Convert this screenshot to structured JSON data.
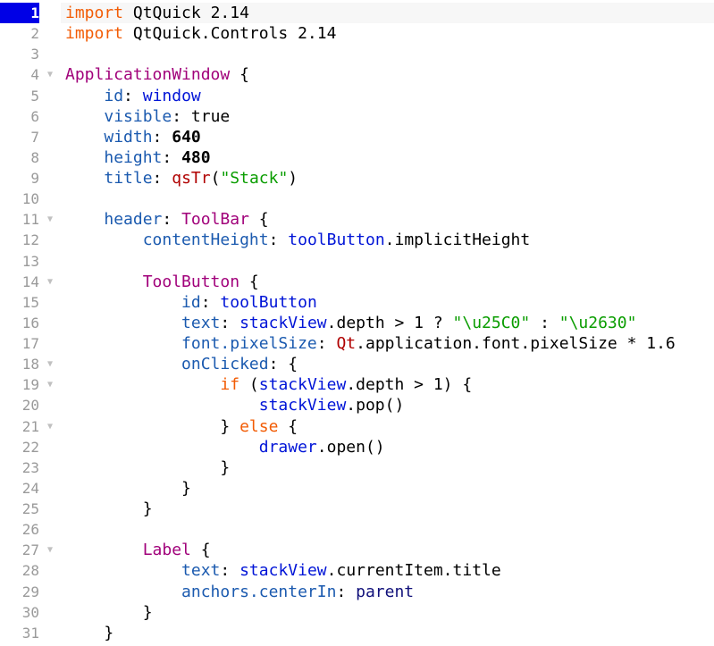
{
  "editor": {
    "current_line": 1,
    "lines": [
      {
        "n": "1",
        "fold": false,
        "indent": 0,
        "tokens": [
          {
            "t": "import",
            "c": "kw-import"
          },
          {
            "t": " QtQuick 2.14",
            "c": ""
          }
        ]
      },
      {
        "n": "2",
        "fold": false,
        "indent": 0,
        "tokens": [
          {
            "t": "import",
            "c": "kw-import"
          },
          {
            "t": " QtQuick.Controls 2.14",
            "c": ""
          }
        ]
      },
      {
        "n": "3",
        "fold": false,
        "indent": 0,
        "tokens": []
      },
      {
        "n": "4",
        "fold": true,
        "indent": 0,
        "tokens": [
          {
            "t": "ApplicationWindow",
            "c": "type"
          },
          {
            "t": " {",
            "c": ""
          }
        ]
      },
      {
        "n": "5",
        "fold": false,
        "indent": 4,
        "tokens": [
          {
            "t": "id",
            "c": "prop"
          },
          {
            "t": ": ",
            "c": ""
          },
          {
            "t": "window",
            "c": "id"
          }
        ]
      },
      {
        "n": "6",
        "fold": false,
        "indent": 4,
        "tokens": [
          {
            "t": "visible",
            "c": "prop"
          },
          {
            "t": ": true",
            "c": ""
          }
        ]
      },
      {
        "n": "7",
        "fold": false,
        "indent": 4,
        "tokens": [
          {
            "t": "width",
            "c": "prop"
          },
          {
            "t": ": ",
            "c": ""
          },
          {
            "t": "640",
            "c": "num-lit"
          }
        ]
      },
      {
        "n": "8",
        "fold": false,
        "indent": 4,
        "tokens": [
          {
            "t": "height",
            "c": "prop"
          },
          {
            "t": ": ",
            "c": ""
          },
          {
            "t": "480",
            "c": "num-lit"
          }
        ]
      },
      {
        "n": "9",
        "fold": false,
        "indent": 4,
        "tokens": [
          {
            "t": "title",
            "c": "prop"
          },
          {
            "t": ": ",
            "c": ""
          },
          {
            "t": "qsTr",
            "c": "fn"
          },
          {
            "t": "(",
            "c": ""
          },
          {
            "t": "\"Stack\"",
            "c": "str"
          },
          {
            "t": ")",
            "c": ""
          }
        ]
      },
      {
        "n": "10",
        "fold": false,
        "indent": 0,
        "tokens": []
      },
      {
        "n": "11",
        "fold": true,
        "indent": 4,
        "tokens": [
          {
            "t": "header",
            "c": "prop"
          },
          {
            "t": ": ",
            "c": ""
          },
          {
            "t": "ToolBar",
            "c": "type"
          },
          {
            "t": " {",
            "c": ""
          }
        ]
      },
      {
        "n": "12",
        "fold": false,
        "indent": 8,
        "tokens": [
          {
            "t": "contentHeight",
            "c": "prop"
          },
          {
            "t": ": ",
            "c": ""
          },
          {
            "t": "toolButton",
            "c": "id"
          },
          {
            "t": ".implicitHeight",
            "c": ""
          }
        ]
      },
      {
        "n": "13",
        "fold": false,
        "indent": 0,
        "tokens": []
      },
      {
        "n": "14",
        "fold": true,
        "indent": 8,
        "tokens": [
          {
            "t": "ToolButton",
            "c": "type"
          },
          {
            "t": " {",
            "c": ""
          }
        ]
      },
      {
        "n": "15",
        "fold": false,
        "indent": 12,
        "tokens": [
          {
            "t": "id",
            "c": "prop"
          },
          {
            "t": ": ",
            "c": ""
          },
          {
            "t": "toolButton",
            "c": "id"
          }
        ]
      },
      {
        "n": "16",
        "fold": false,
        "indent": 12,
        "tokens": [
          {
            "t": "text",
            "c": "prop"
          },
          {
            "t": ": ",
            "c": ""
          },
          {
            "t": "stackView",
            "c": "id"
          },
          {
            "t": ".depth > 1 ? ",
            "c": ""
          },
          {
            "t": "\"\\u25C0\"",
            "c": "str"
          },
          {
            "t": " : ",
            "c": ""
          },
          {
            "t": "\"\\u2630\"",
            "c": "str"
          }
        ]
      },
      {
        "n": "17",
        "fold": false,
        "indent": 12,
        "tokens": [
          {
            "t": "font.pixelSize",
            "c": "prop"
          },
          {
            "t": ": ",
            "c": ""
          },
          {
            "t": "Qt",
            "c": "fn"
          },
          {
            "t": ".application.font.pixelSize * 1.6",
            "c": ""
          }
        ]
      },
      {
        "n": "18",
        "fold": true,
        "indent": 12,
        "tokens": [
          {
            "t": "onClicked",
            "c": "prop"
          },
          {
            "t": ": {",
            "c": ""
          }
        ]
      },
      {
        "n": "19",
        "fold": true,
        "indent": 16,
        "tokens": [
          {
            "t": "if",
            "c": "kw-ctrl"
          },
          {
            "t": " (",
            "c": ""
          },
          {
            "t": "stackView",
            "c": "id"
          },
          {
            "t": ".depth > 1) {",
            "c": ""
          }
        ]
      },
      {
        "n": "20",
        "fold": false,
        "indent": 20,
        "tokens": [
          {
            "t": "stackView",
            "c": "id"
          },
          {
            "t": ".pop()",
            "c": ""
          }
        ]
      },
      {
        "n": "21",
        "fold": true,
        "indent": 16,
        "tokens": [
          {
            "t": "} ",
            "c": ""
          },
          {
            "t": "else",
            "c": "kw-ctrl"
          },
          {
            "t": " {",
            "c": ""
          }
        ]
      },
      {
        "n": "22",
        "fold": false,
        "indent": 20,
        "tokens": [
          {
            "t": "drawer",
            "c": "id"
          },
          {
            "t": ".open()",
            "c": ""
          }
        ]
      },
      {
        "n": "23",
        "fold": false,
        "indent": 16,
        "tokens": [
          {
            "t": "}",
            "c": ""
          }
        ]
      },
      {
        "n": "24",
        "fold": false,
        "indent": 12,
        "tokens": [
          {
            "t": "}",
            "c": ""
          }
        ]
      },
      {
        "n": "25",
        "fold": false,
        "indent": 8,
        "tokens": [
          {
            "t": "}",
            "c": ""
          }
        ]
      },
      {
        "n": "26",
        "fold": false,
        "indent": 0,
        "tokens": []
      },
      {
        "n": "27",
        "fold": true,
        "indent": 8,
        "tokens": [
          {
            "t": "Label",
            "c": "type"
          },
          {
            "t": " {",
            "c": ""
          }
        ]
      },
      {
        "n": "28",
        "fold": false,
        "indent": 12,
        "tokens": [
          {
            "t": "text",
            "c": "prop"
          },
          {
            "t": ": ",
            "c": ""
          },
          {
            "t": "stackView",
            "c": "id"
          },
          {
            "t": ".currentItem.title",
            "c": ""
          }
        ]
      },
      {
        "n": "29",
        "fold": false,
        "indent": 12,
        "tokens": [
          {
            "t": "anchors.centerIn",
            "c": "prop"
          },
          {
            "t": ": ",
            "c": ""
          },
          {
            "t": "parent",
            "c": "enum"
          }
        ]
      },
      {
        "n": "30",
        "fold": false,
        "indent": 8,
        "tokens": [
          {
            "t": "}",
            "c": ""
          }
        ]
      },
      {
        "n": "31",
        "fold": false,
        "indent": 4,
        "tokens": [
          {
            "t": "}",
            "c": ""
          }
        ]
      }
    ]
  },
  "icons": {
    "fold": "chevron-down-icon",
    "fold_glyph": "▼"
  },
  "colors": {
    "current_line_number_bg": "#0000e6",
    "current_line_bg": "#f7f7f7",
    "keyword": "#f25c05",
    "type": "#a1007a",
    "property": "#1b5aaf",
    "identifier": "#0014d7",
    "string": "#0a9d00",
    "function": "#b00000"
  }
}
